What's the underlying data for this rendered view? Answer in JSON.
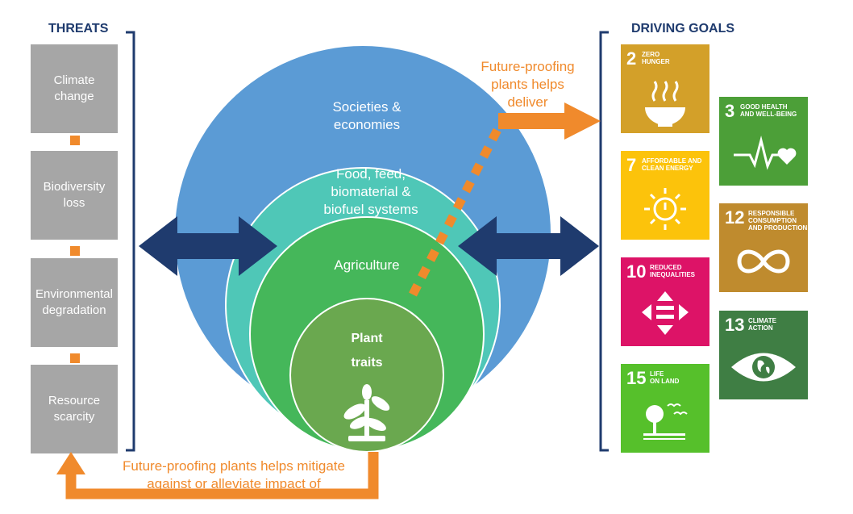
{
  "threats": {
    "heading": "THREATS",
    "items": [
      {
        "label": "Climate\nchange"
      },
      {
        "label": "Biodiversity\nloss"
      },
      {
        "label": "Environmental\ndegradation"
      },
      {
        "label": "Resource\nscarcity"
      }
    ]
  },
  "goals": {
    "heading": "DRIVING GOALS",
    "sdgs": [
      {
        "number": "2",
        "title": "ZERO\nHUNGER",
        "color": "#d3a029",
        "icon": "bowl-icon"
      },
      {
        "number": "3",
        "title": "GOOD HEALTH\nAND WELL-BEING",
        "color": "#4c9f38",
        "icon": "heartbeat-icon"
      },
      {
        "number": "7",
        "title": "AFFORDABLE AND\nCLEAN ENERGY",
        "color": "#fcc30b",
        "icon": "sun-power-icon"
      },
      {
        "number": "12",
        "title": "RESPONSIBLE\nCONSUMPTION\nAND PRODUCTION",
        "color": "#bf8b2e",
        "icon": "infinity-icon"
      },
      {
        "number": "10",
        "title": "REDUCED\nINEQUALITIES",
        "color": "#dd1367",
        "icon": "equality-arrows-icon"
      },
      {
        "number": "13",
        "title": "CLIMATE\nACTION",
        "color": "#3f7e44",
        "icon": "eye-globe-icon"
      },
      {
        "number": "15",
        "title": "LIFE\nON LAND",
        "color": "#56c02b",
        "icon": "tree-birds-icon"
      }
    ]
  },
  "rings": {
    "outer": "Societies &\neconomies",
    "second": "Food, feed,\nbiomaterial &\nbiofuel systems",
    "third": "Agriculture",
    "inner_line1": "Plant",
    "inner_line2": "traits",
    "plant_icon": "seedling-icon"
  },
  "annotations": {
    "deliver": "Future-proofing\nplants helps\ndeliver",
    "mitigate": "Future-proofing plants helps mitigate\nagainst or alleviate impact of"
  },
  "colors": {
    "threat_box": "#a6a6a6",
    "connector": "#f08a2c",
    "bracket": "#1f3b6e",
    "outer_ring": "#5b9bd5",
    "second_ring": "#4fc7b7",
    "third_ring": "#45b75a",
    "inner_ring": "#6aa84f",
    "arrow_navy": "#1f3b6e",
    "arrow_orange": "#f08a2c"
  }
}
